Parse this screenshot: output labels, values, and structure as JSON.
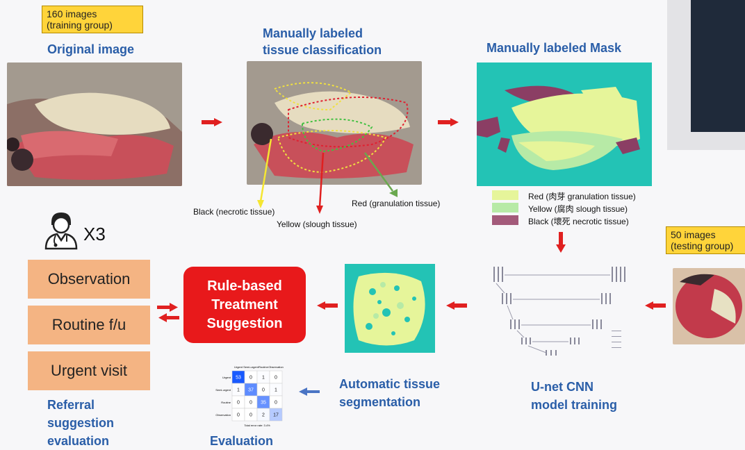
{
  "training_tag": {
    "line1": "160 images",
    "line2": "(training group)"
  },
  "testing_tag": {
    "line1": "50 images",
    "line2": "(testing group)"
  },
  "headings": {
    "original": "Original image",
    "classification_1": "Manually labeled",
    "classification_2": "tissue classification",
    "mask": "Manually labeled Mask",
    "auto_seg_1": "Automatic tissue",
    "auto_seg_2": "segmentation",
    "unet_1": "U-net CNN",
    "unet_2": "model training",
    "evaluation": "Evaluation",
    "referral_1": "Referral",
    "referral_2": "suggestion",
    "referral_3": "evaluation"
  },
  "tissue_labels": {
    "black": "Black (necrotic tissue)",
    "yellow": "Yellow (slough tissue)",
    "red": "Red (granulation tissue)"
  },
  "legend": [
    {
      "text": "Red (肉芽 granulation tissue)",
      "color": "#e6f59a"
    },
    {
      "text": "Yellow (腐肉 slough tissue)",
      "color": "#b7eaa6"
    },
    {
      "text": "Black (壞死 necrotic tissue)",
      "color": "#a35a7a"
    }
  ],
  "doctor": {
    "count": "X3"
  },
  "referral_options": [
    "Observation",
    "Routine f/u",
    "Urgent visit"
  ],
  "rule_box": {
    "line1": "Rule-based",
    "line2": "Treatment",
    "line3": "Suggestion"
  },
  "confusion_matrix": {
    "col_headers": [
      "Urgent",
      "Semi-urgent",
      "Routine",
      "Observation"
    ],
    "row_headers": [
      "Urgent",
      "Semi-urgent",
      "Routine",
      "Observation"
    ],
    "values": [
      [
        53,
        0,
        1,
        0
      ],
      [
        1,
        37,
        0,
        1
      ],
      [
        0,
        0,
        35,
        0
      ],
      [
        0,
        0,
        2,
        17
      ]
    ],
    "footer": "Total error rate: 3.4%"
  },
  "colors": {
    "heading_blue": "#2a5ea8",
    "arrow_red": "#e02020",
    "arrow_blue": "#4a74c4",
    "rule_red": "#e8191b",
    "referral_orange": "#f4b483",
    "mask_teal": "#23c3b5"
  }
}
